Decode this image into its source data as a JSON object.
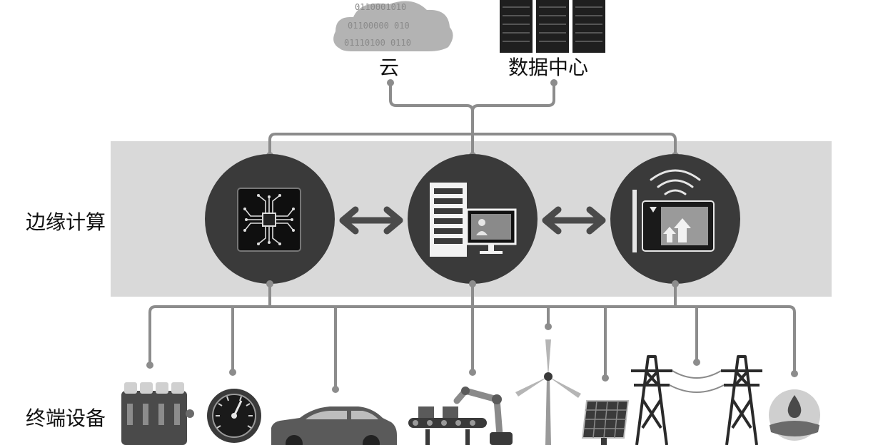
{
  "labels": {
    "cloud": "云",
    "data_center": "数据中心",
    "edge_computing": "边缘计算",
    "terminal_devices": "终端设备"
  },
  "cloud_binary_lines": [
    "0110001010",
    "01100000 010",
    "01110100 0110"
  ],
  "icons": {
    "cloud": "cloud-icon",
    "data_center": "server-rack-icon",
    "edge_nodes": [
      "microchip-icon",
      "server-and-monitor-icon",
      "wireless-gateway-icon"
    ],
    "bidirectional_arrow": "double-arrow-icon",
    "devices": [
      "battery-pack-icon",
      "gauge-meter-icon",
      "car-icon",
      "robot-arm-conveyor-icon",
      "wind-turbine-icon",
      "solar-panel-icon",
      "power-transmission-tower-icon",
      "water-drop-icon"
    ]
  },
  "colors": {
    "edge_band": "#d9d9d9",
    "node_circle": "#3a3a3a",
    "connector": "#8c8c8c",
    "text": "#111111"
  }
}
